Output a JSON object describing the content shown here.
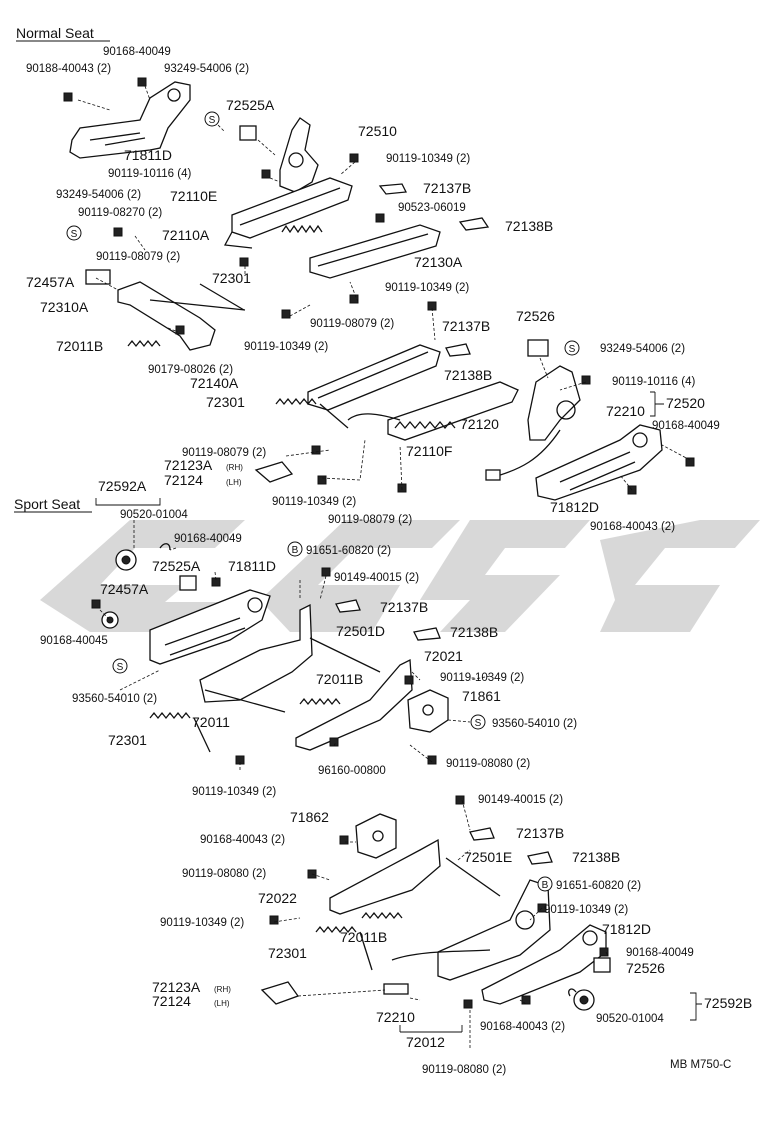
{
  "sections": {
    "normal_seat": "Normal Seat",
    "sport_seat": "Sport Seat"
  },
  "figure_code": "MB M750-C",
  "symbols": {
    "s": "S",
    "b": "B"
  },
  "labels": {
    "n1": "90168-40049",
    "n2": "90188-40043 (2)",
    "n3": "93249-54006 (2)",
    "n4": "72525A",
    "n5": "72510",
    "n6": "71811D",
    "n7": "90119-10116 (4)",
    "n8": "90119-10349 (2)",
    "n9": "72110E",
    "n10": "72137B",
    "n11": "93249-54006 (2)",
    "n12": "90523-06019",
    "n13": "90119-08270 (2)",
    "n14": "72110A",
    "n15": "72138B",
    "n16": "90119-08079 (2)",
    "n17": "72457A",
    "n18": "72130A",
    "n19": "72301",
    "n20": "72310A",
    "n21": "90119-10349 (2)",
    "n22": "90119-08079 (2)",
    "n23": "72526",
    "n24": "72137B",
    "n25": "72011B",
    "n26": "90119-10349 (2)",
    "n27": "93249-54006 (2)",
    "n28": "90179-08026 (2)",
    "n29": "72140A",
    "n30": "72138B",
    "n31": "90119-10116 (4)",
    "n32": "72301",
    "n33": "72120",
    "n34": "72210",
    "n35": "72520",
    "n36": "90168-40049",
    "n37": "90119-08079 (2)",
    "n38": "72110F",
    "n39": "72123A",
    "n39_suffix": "(RH)",
    "n40": "72124",
    "n40_suffix": "(LH)",
    "n41": "90119-10349 (2)",
    "n42": "72592A",
    "n43": "71812D",
    "n44": "90119-08079 (2)",
    "n45": "90168-40043 (2)",
    "s1": "90520-01004",
    "s2": "90168-40049",
    "s3": "91651-60820 (2)",
    "s4": "72525A",
    "s5": "71811D",
    "s6": "90149-40015 (2)",
    "s7": "72457A",
    "s8": "72137B",
    "s9": "90168-40045",
    "s10": "72501D",
    "s11": "72138B",
    "s12": "72021",
    "s13": "90119-10349 (2)",
    "s14": "72011B",
    "s15": "71861",
    "s16": "93560-54010 (2)",
    "s17": "93560-54010 (2)",
    "s18": "72011",
    "s19": "72301",
    "s20": "96160-00800",
    "s21": "90119-08080 (2)",
    "s22": "90119-10349 (2)",
    "s23": "90149-40015 (2)",
    "s24": "71862",
    "s25": "72137B",
    "s26": "90168-40043 (2)",
    "s27": "72501E",
    "s28": "72138B",
    "s29": "90119-08080 (2)",
    "s30": "91651-60820 (2)",
    "s31": "72022",
    "s32": "90119-10349 (2)",
    "s33": "90119-10349 (2)",
    "s34": "72011B",
    "s35": "71812D",
    "s36": "90168-40049",
    "s37": "72301",
    "s38": "72526",
    "s39": "72123A",
    "s39_suffix": "(RH)",
    "s40": "72124",
    "s40_suffix": "(LH)",
    "s41": "72592B",
    "s42": "72210",
    "s43": "90168-40043 (2)",
    "s44": "90520-01004",
    "s45": "72012",
    "s46": "90119-08080 (2)"
  }
}
